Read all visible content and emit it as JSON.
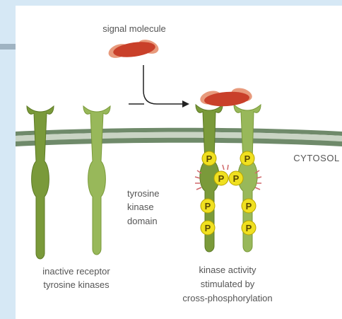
{
  "labels": {
    "signal": "signal molecule",
    "cytosol": "CYTOSOL",
    "domain_line1": "tyrosine",
    "domain_line2": "kinase",
    "domain_line3": "domain",
    "inactive_line1": "inactive receptor",
    "inactive_line2": "tyrosine kinases",
    "active_line1": "kinase activity",
    "active_line2": "stimulated by",
    "active_line3": "cross-phosphorylation"
  },
  "phosphate": {
    "symbol": "P",
    "count": 8
  },
  "colors": {
    "receptor_dark": "#7a9a3a",
    "receptor_light": "#98b85a",
    "membrane": "#6f8a6a",
    "membrane_light": "#c9d4c4",
    "signal_dark": "#c9402a",
    "signal_light": "#e89a7c",
    "phosphate_fill": "#f0e020",
    "phosphate_stroke": "#b7a400",
    "tick": "#d0686a",
    "arrow": "#222222",
    "page_bg": "#ffffff",
    "corner_bg": "#d6e8f5"
  }
}
